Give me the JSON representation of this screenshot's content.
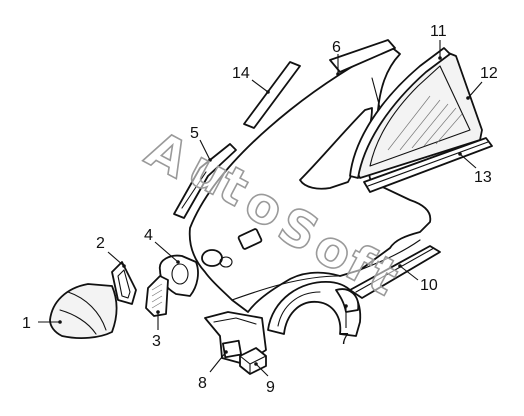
{
  "diagram": {
    "callouts": [
      {
        "id": "1",
        "label": "1"
      },
      {
        "id": "2",
        "label": "2"
      },
      {
        "id": "3",
        "label": "3"
      },
      {
        "id": "4",
        "label": "4"
      },
      {
        "id": "5",
        "label": "5"
      },
      {
        "id": "6",
        "label": "6"
      },
      {
        "id": "7",
        "label": "7"
      },
      {
        "id": "8",
        "label": "8"
      },
      {
        "id": "9",
        "label": "9"
      },
      {
        "id": "10",
        "label": "10"
      },
      {
        "id": "11",
        "label": "11"
      },
      {
        "id": "12",
        "label": "12"
      },
      {
        "id": "13",
        "label": "13"
      },
      {
        "id": "14",
        "label": "14"
      }
    ],
    "watermark": "AutoSoft",
    "colors": {
      "line": "#111111",
      "background": "#ffffff",
      "watermark_outline": "#9a9a9a"
    }
  }
}
